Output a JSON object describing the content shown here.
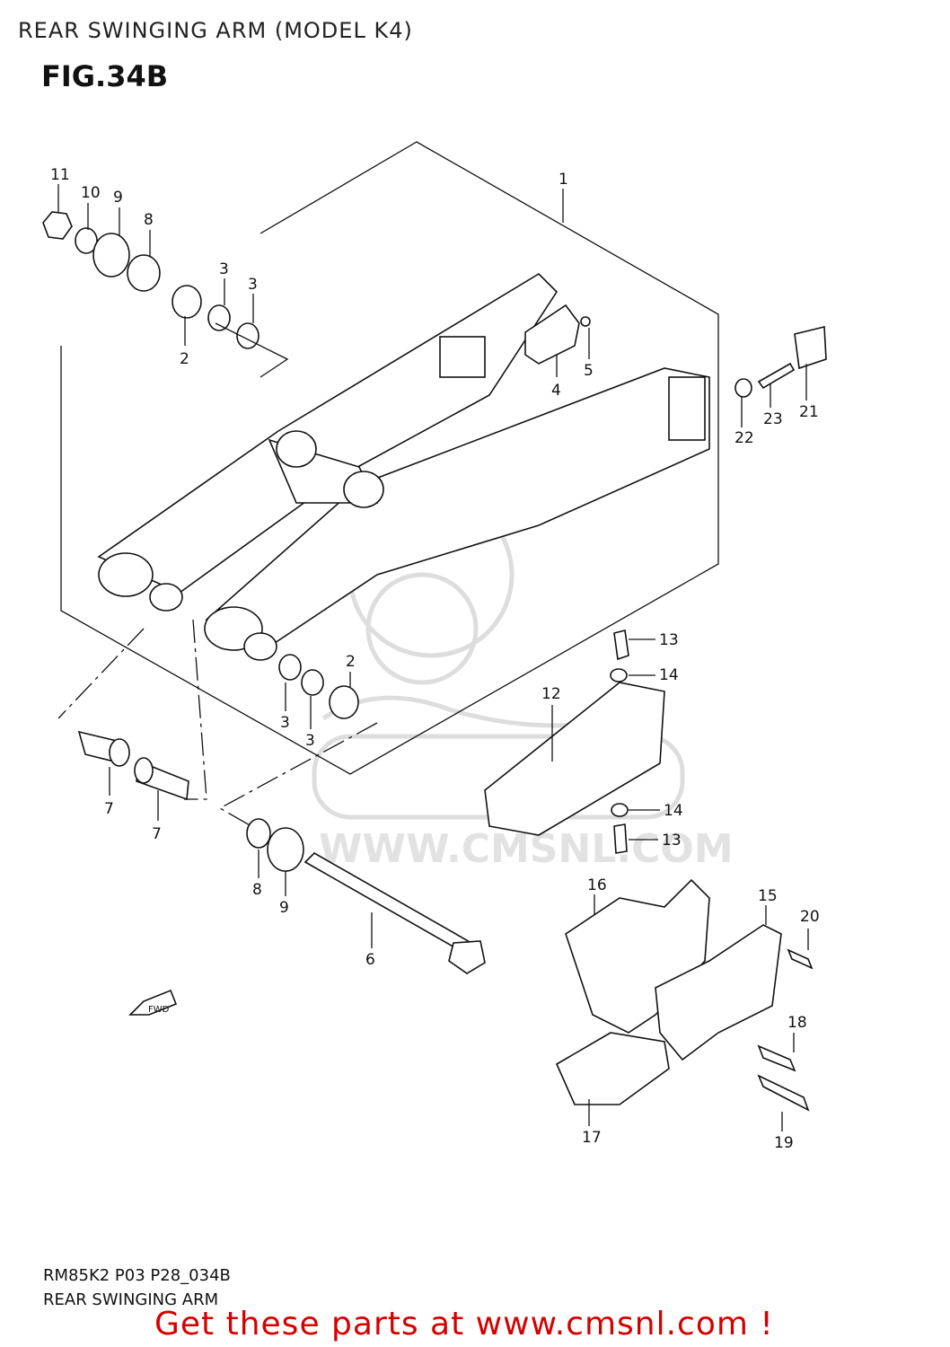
{
  "page": {
    "title": "REAR SWINGING ARM (MODEL K4)",
    "figure": "FIG.34B"
  },
  "diagram": {
    "callouts": [
      "1",
      "2",
      "3",
      "3",
      "4",
      "5",
      "21",
      "23",
      "22",
      "11",
      "10",
      "9",
      "8",
      "2",
      "3",
      "3",
      "13",
      "14",
      "12",
      "14",
      "13",
      "7",
      "7",
      "8",
      "9",
      "6",
      "16",
      "15",
      "20",
      "18",
      "17",
      "19"
    ],
    "fwd_label": "FWD",
    "watermark": "WWW.CMSNL.COM"
  },
  "footer": {
    "code": "RM85K2 P03 P28_034B",
    "name": "REAR SWINGING ARM",
    "cta": "Get these parts at www.cmsnl.com !"
  }
}
